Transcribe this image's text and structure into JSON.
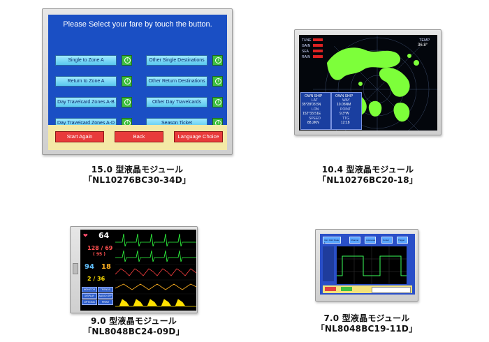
{
  "modules": [
    {
      "caption_line1": "15.0 型液晶モジュール",
      "caption_line2": "「NL10276BC30-34D」",
      "screen": {
        "title": "Please Select your fare by touch the button.",
        "buttons_left": [
          "Single to Zone A",
          "Return to Zone A",
          "Day Travelcard Zones A-B",
          "Day Travelcard Zones A-D"
        ],
        "buttons_right": [
          "Other Single Destinations",
          "Other Return Destinations",
          "Other Day Travelcards",
          "Season Ticket"
        ],
        "info_icon": "i",
        "actions": [
          "Start Again",
          "Back",
          "Language Choice"
        ]
      }
    },
    {
      "caption_line1": "10.4 型液晶モジュール",
      "caption_line2": "「NL10276BC20-18」",
      "screen": {
        "labels": [
          "TUNE",
          "GAIN",
          "SEA",
          "RAIN"
        ],
        "temp_label": "TEMP",
        "temp_value": "36.8°",
        "own_ship_lat_title": "OWN SHIP",
        "lat_label": "LAT",
        "lat_value": "35°28'03.5N",
        "lon_label": "LON",
        "lon_value": "152°33.51E",
        "speed_label": "SPEED",
        "speed_value": "88.2KN",
        "own_ship_way_title": "OWN SHIP",
        "way_label": "WAY",
        "way_value": "10.05NM",
        "point_label": "POINT",
        "point_value": "9.3°W",
        "ttg_label": "TTG",
        "ttg_value": "12:18"
      }
    },
    {
      "caption_line1": "9.0 型液晶モジュール",
      "caption_line2": "「NL8048BC24-09D」",
      "screen": {
        "hr_value": "64",
        "bp_value": "128 / 69",
        "bp_mean": "( 95 )",
        "spo2_value": "94",
        "resp_value": "18",
        "temp_value": "2 / 36",
        "buttons": [
          "MONITOR",
          "TRENDS",
          "DISPLAY",
          "AUDIO OFF",
          "OPTIONS",
          "PRINT"
        ]
      }
    },
    {
      "caption_line1": "7.0 型液晶モジュール",
      "caption_line2": "「NL8048BC19-11D」",
      "screen": {
        "top_buttons": [
          "CH1 CH2 Scale 1",
          "Channel",
          "Autoscale",
          "Cursor",
          "Trigger"
        ]
      }
    }
  ],
  "colors": {
    "fare_bg": "#1a4fc4",
    "fare_button": "#59c7ee",
    "fare_info": "#3fbf3f",
    "fare_action": "#e83b3b",
    "radar_land": "#7dff3a",
    "ecg_green": "#30ff40",
    "pleth_yellow": "#ffe000"
  }
}
